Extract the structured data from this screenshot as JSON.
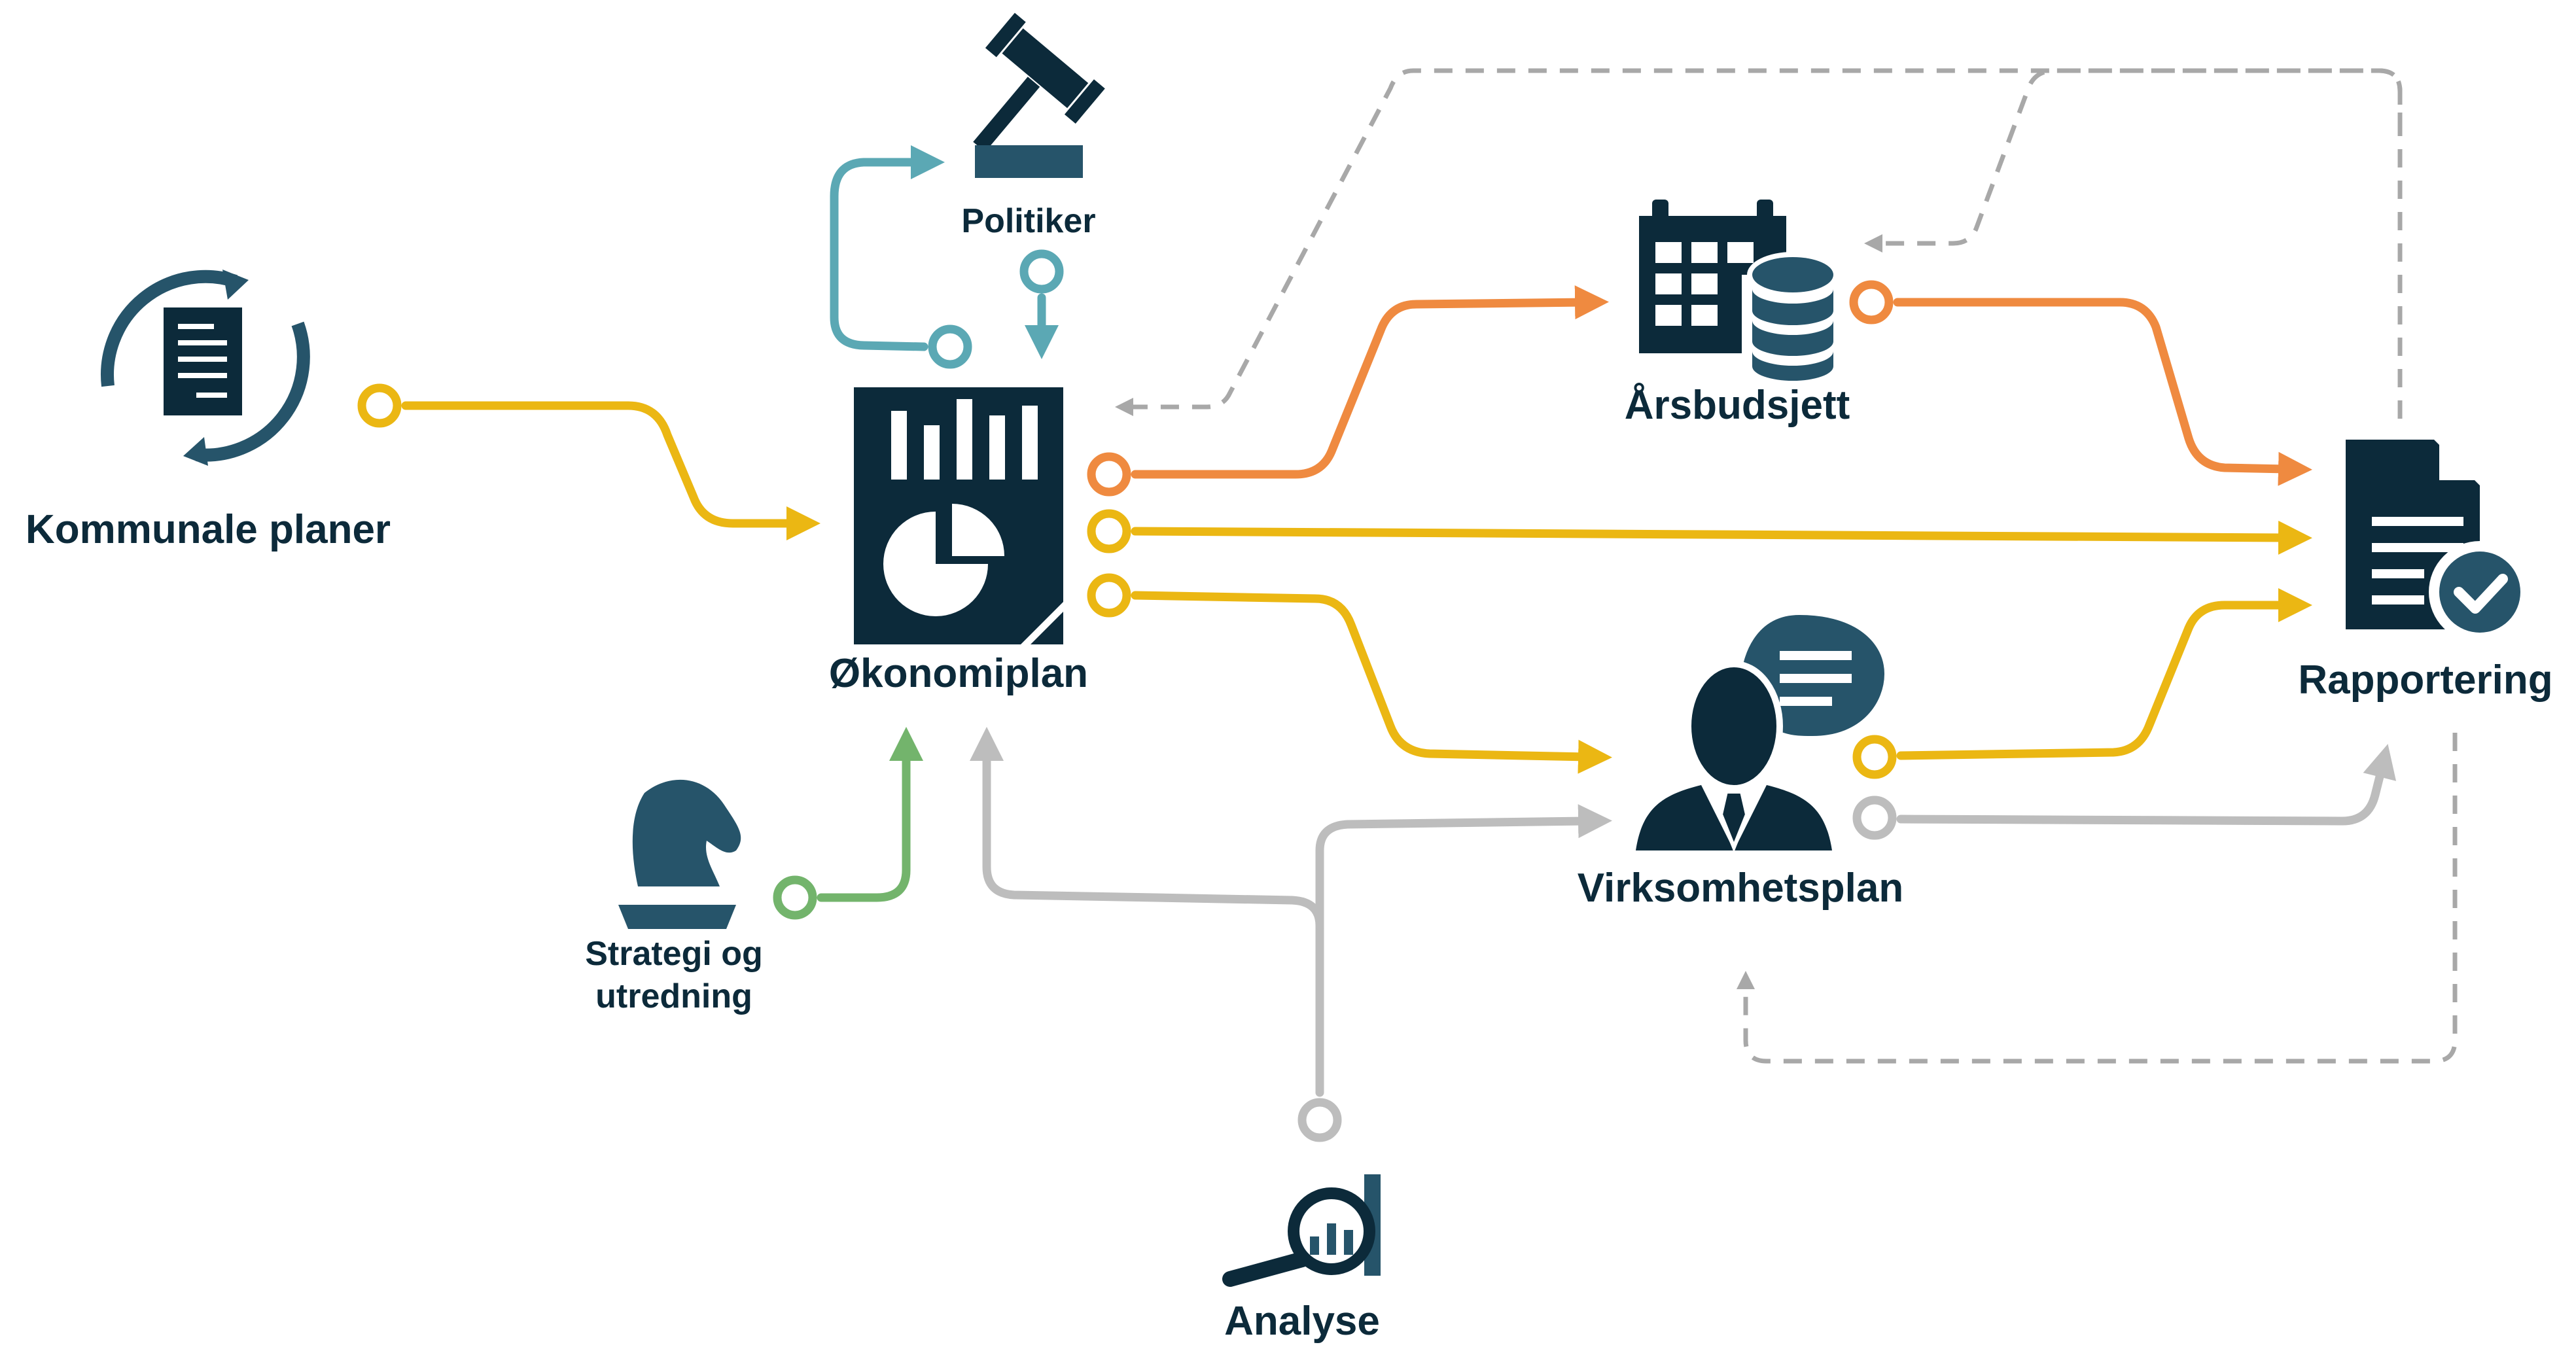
{
  "nodes": {
    "kommunale": {
      "label": "Kommunale planer",
      "icon": "cycle-document-icon"
    },
    "politiker": {
      "label": "Politiker",
      "icon": "gavel-icon"
    },
    "okonomiplan": {
      "label": "Økonomiplan",
      "icon": "chart-document-icon"
    },
    "arsbudsjett": {
      "label": "Årsbudsjett",
      "icon": "calendar-database-icon"
    },
    "rapportering": {
      "label": "Rapportering",
      "icon": "document-check-icon"
    },
    "virksomhetsplan": {
      "label": "Virksomhetsplan",
      "icon": "person-speech-icon"
    },
    "strategi": {
      "label_line1": "Strategi og",
      "label_line2": "utredning",
      "icon": "chess-knight-icon"
    },
    "analyse": {
      "label": "Analyse",
      "icon": "magnifier-chart-icon"
    }
  },
  "colors": {
    "navy": "#0c2a3a",
    "slate": "#26546a",
    "yellow": "#ebb713",
    "orange": "#ef8a40",
    "teal": "#5ba8b4",
    "green": "#73b46c",
    "gray": "#bdbdbd",
    "dashed": "#a8a8a8"
  }
}
